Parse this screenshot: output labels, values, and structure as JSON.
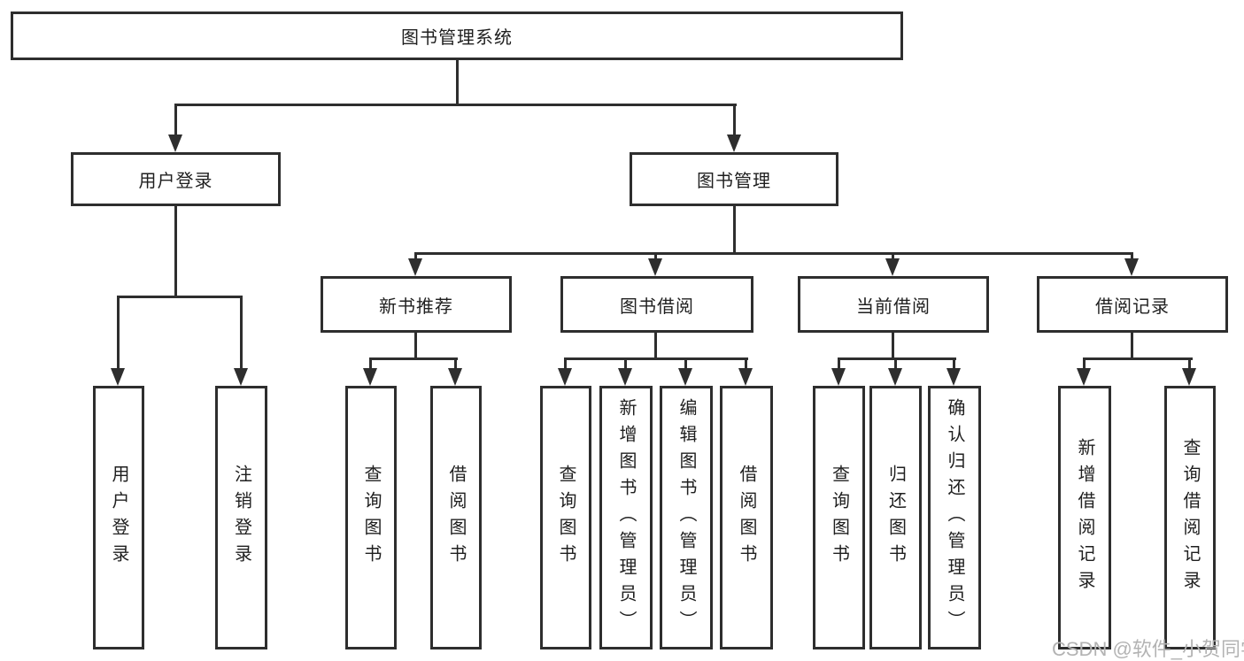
{
  "diagram": {
    "title": "图书管理系统",
    "tree": {
      "root": {
        "id": "system",
        "label": "图书管理系统"
      },
      "level2": [
        {
          "id": "user-login",
          "label": "用户登录",
          "parent": "图书管理系统"
        },
        {
          "id": "book-management",
          "label": "图书管理",
          "parent": "图书管理系统"
        }
      ],
      "level3": [
        {
          "id": "new-book-recommend",
          "label": "新书推荐",
          "parent": "图书管理"
        },
        {
          "id": "book-borrow",
          "label": "图书借阅",
          "parent": "图书管理"
        },
        {
          "id": "current-borrow",
          "label": "当前借阅",
          "parent": "图书管理"
        },
        {
          "id": "borrow-records",
          "label": "借阅记录",
          "parent": "图书管理"
        }
      ],
      "leaves": [
        {
          "id": "leaf-user-login",
          "label": "用户登录",
          "parent": "用户登录"
        },
        {
          "id": "leaf-logout",
          "label": "注销登录",
          "parent": "用户登录"
        },
        {
          "id": "leaf-query-book-recommend",
          "label": "查询图书",
          "parent": "新书推荐"
        },
        {
          "id": "leaf-borrow-book-recommend",
          "label": "借阅图书",
          "parent": "新书推荐"
        },
        {
          "id": "leaf-query-book-borrow",
          "label": "查询图书",
          "parent": "图书借阅"
        },
        {
          "id": "leaf-add-book-admin",
          "label": "新增图书（管理员）",
          "parent": "图书借阅"
        },
        {
          "id": "leaf-edit-book-admin",
          "label": "编辑图书（管理员）",
          "parent": "图书借阅"
        },
        {
          "id": "leaf-borrow-book",
          "label": "借阅图书",
          "parent": "图书借阅"
        },
        {
          "id": "leaf-query-book-current",
          "label": "查询图书",
          "parent": "当前借阅"
        },
        {
          "id": "leaf-return-book",
          "label": "归还图书",
          "parent": "当前借阅"
        },
        {
          "id": "leaf-confirm-return-admin",
          "label": "确认归还（管理员）",
          "parent": "当前借阅"
        },
        {
          "id": "leaf-add-borrow-record",
          "label": "新增借阅记录",
          "parent": "借阅记录"
        },
        {
          "id": "leaf-query-borrow-record",
          "label": "查询借阅记录",
          "parent": "借阅记录"
        }
      ]
    },
    "watermark": "CSDN @软件_小贺同学",
    "colors": {
      "line": "#2e2e2e",
      "box_border": "#2e2e2e",
      "box_fill": "#ffffff",
      "text": "#1f1f1f",
      "watermark": "#b3b3b3",
      "background": "#ffffff"
    }
  }
}
